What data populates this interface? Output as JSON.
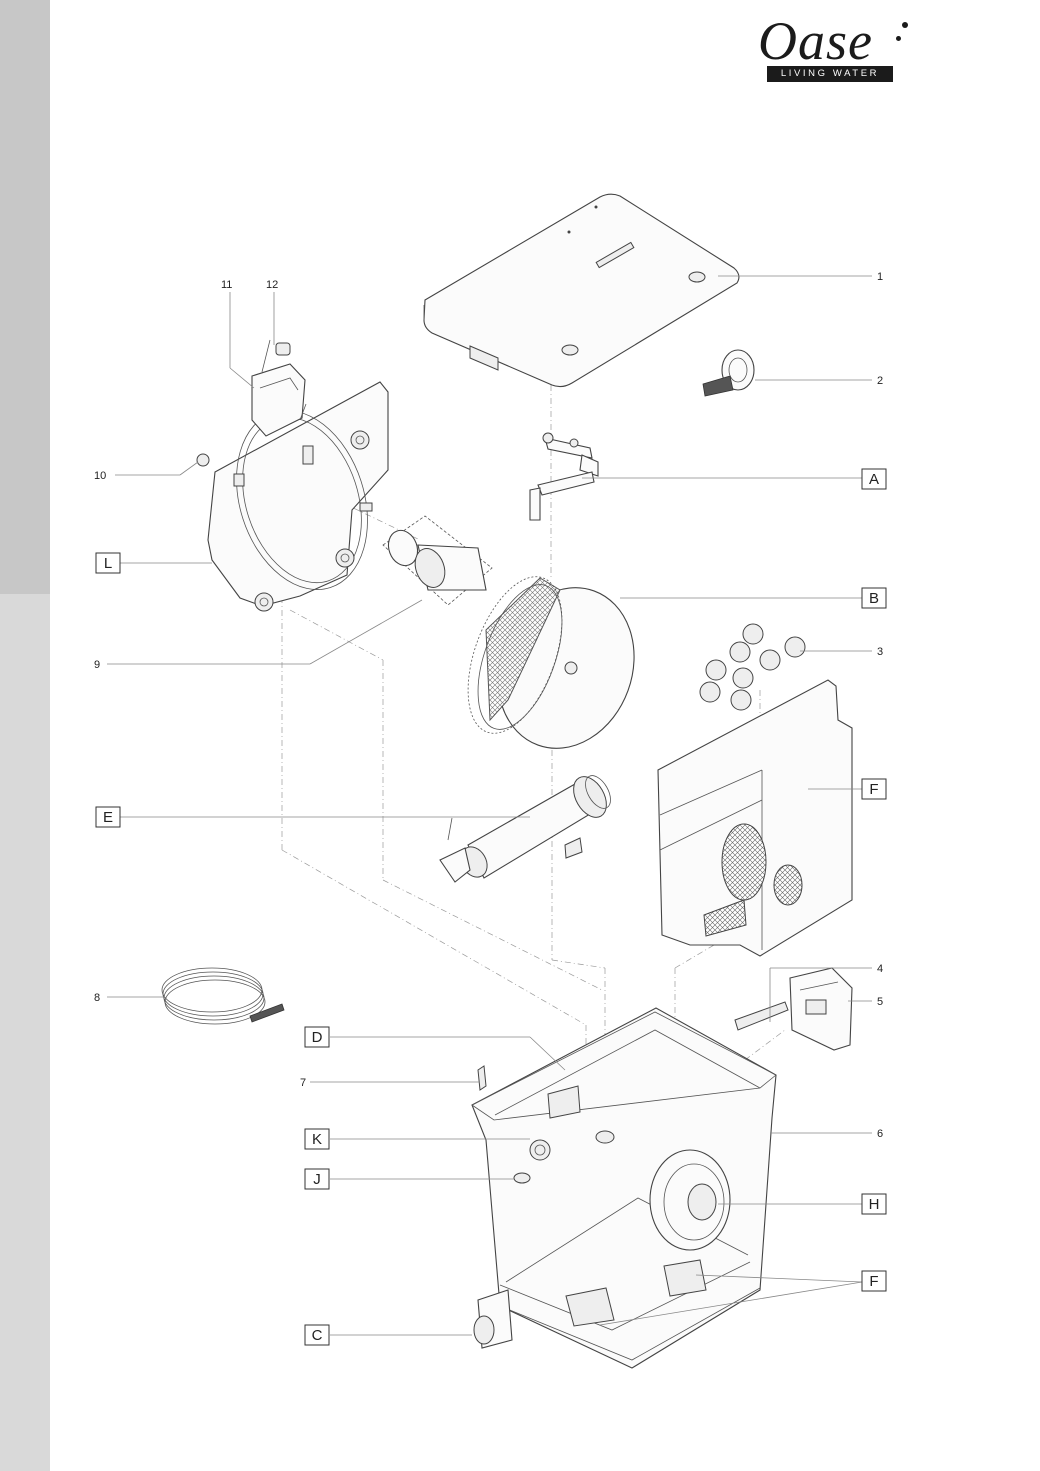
{
  "brand": {
    "name": "Oase",
    "tagline": "LIVING WATER"
  },
  "callouts": {
    "numbers": [
      "1",
      "2",
      "3",
      "4",
      "5",
      "6",
      "7",
      "8",
      "9",
      "10",
      "11",
      "12"
    ],
    "letters": [
      "A",
      "B",
      "C",
      "D",
      "E",
      "F",
      "F",
      "H",
      "J",
      "K",
      "L"
    ]
  }
}
